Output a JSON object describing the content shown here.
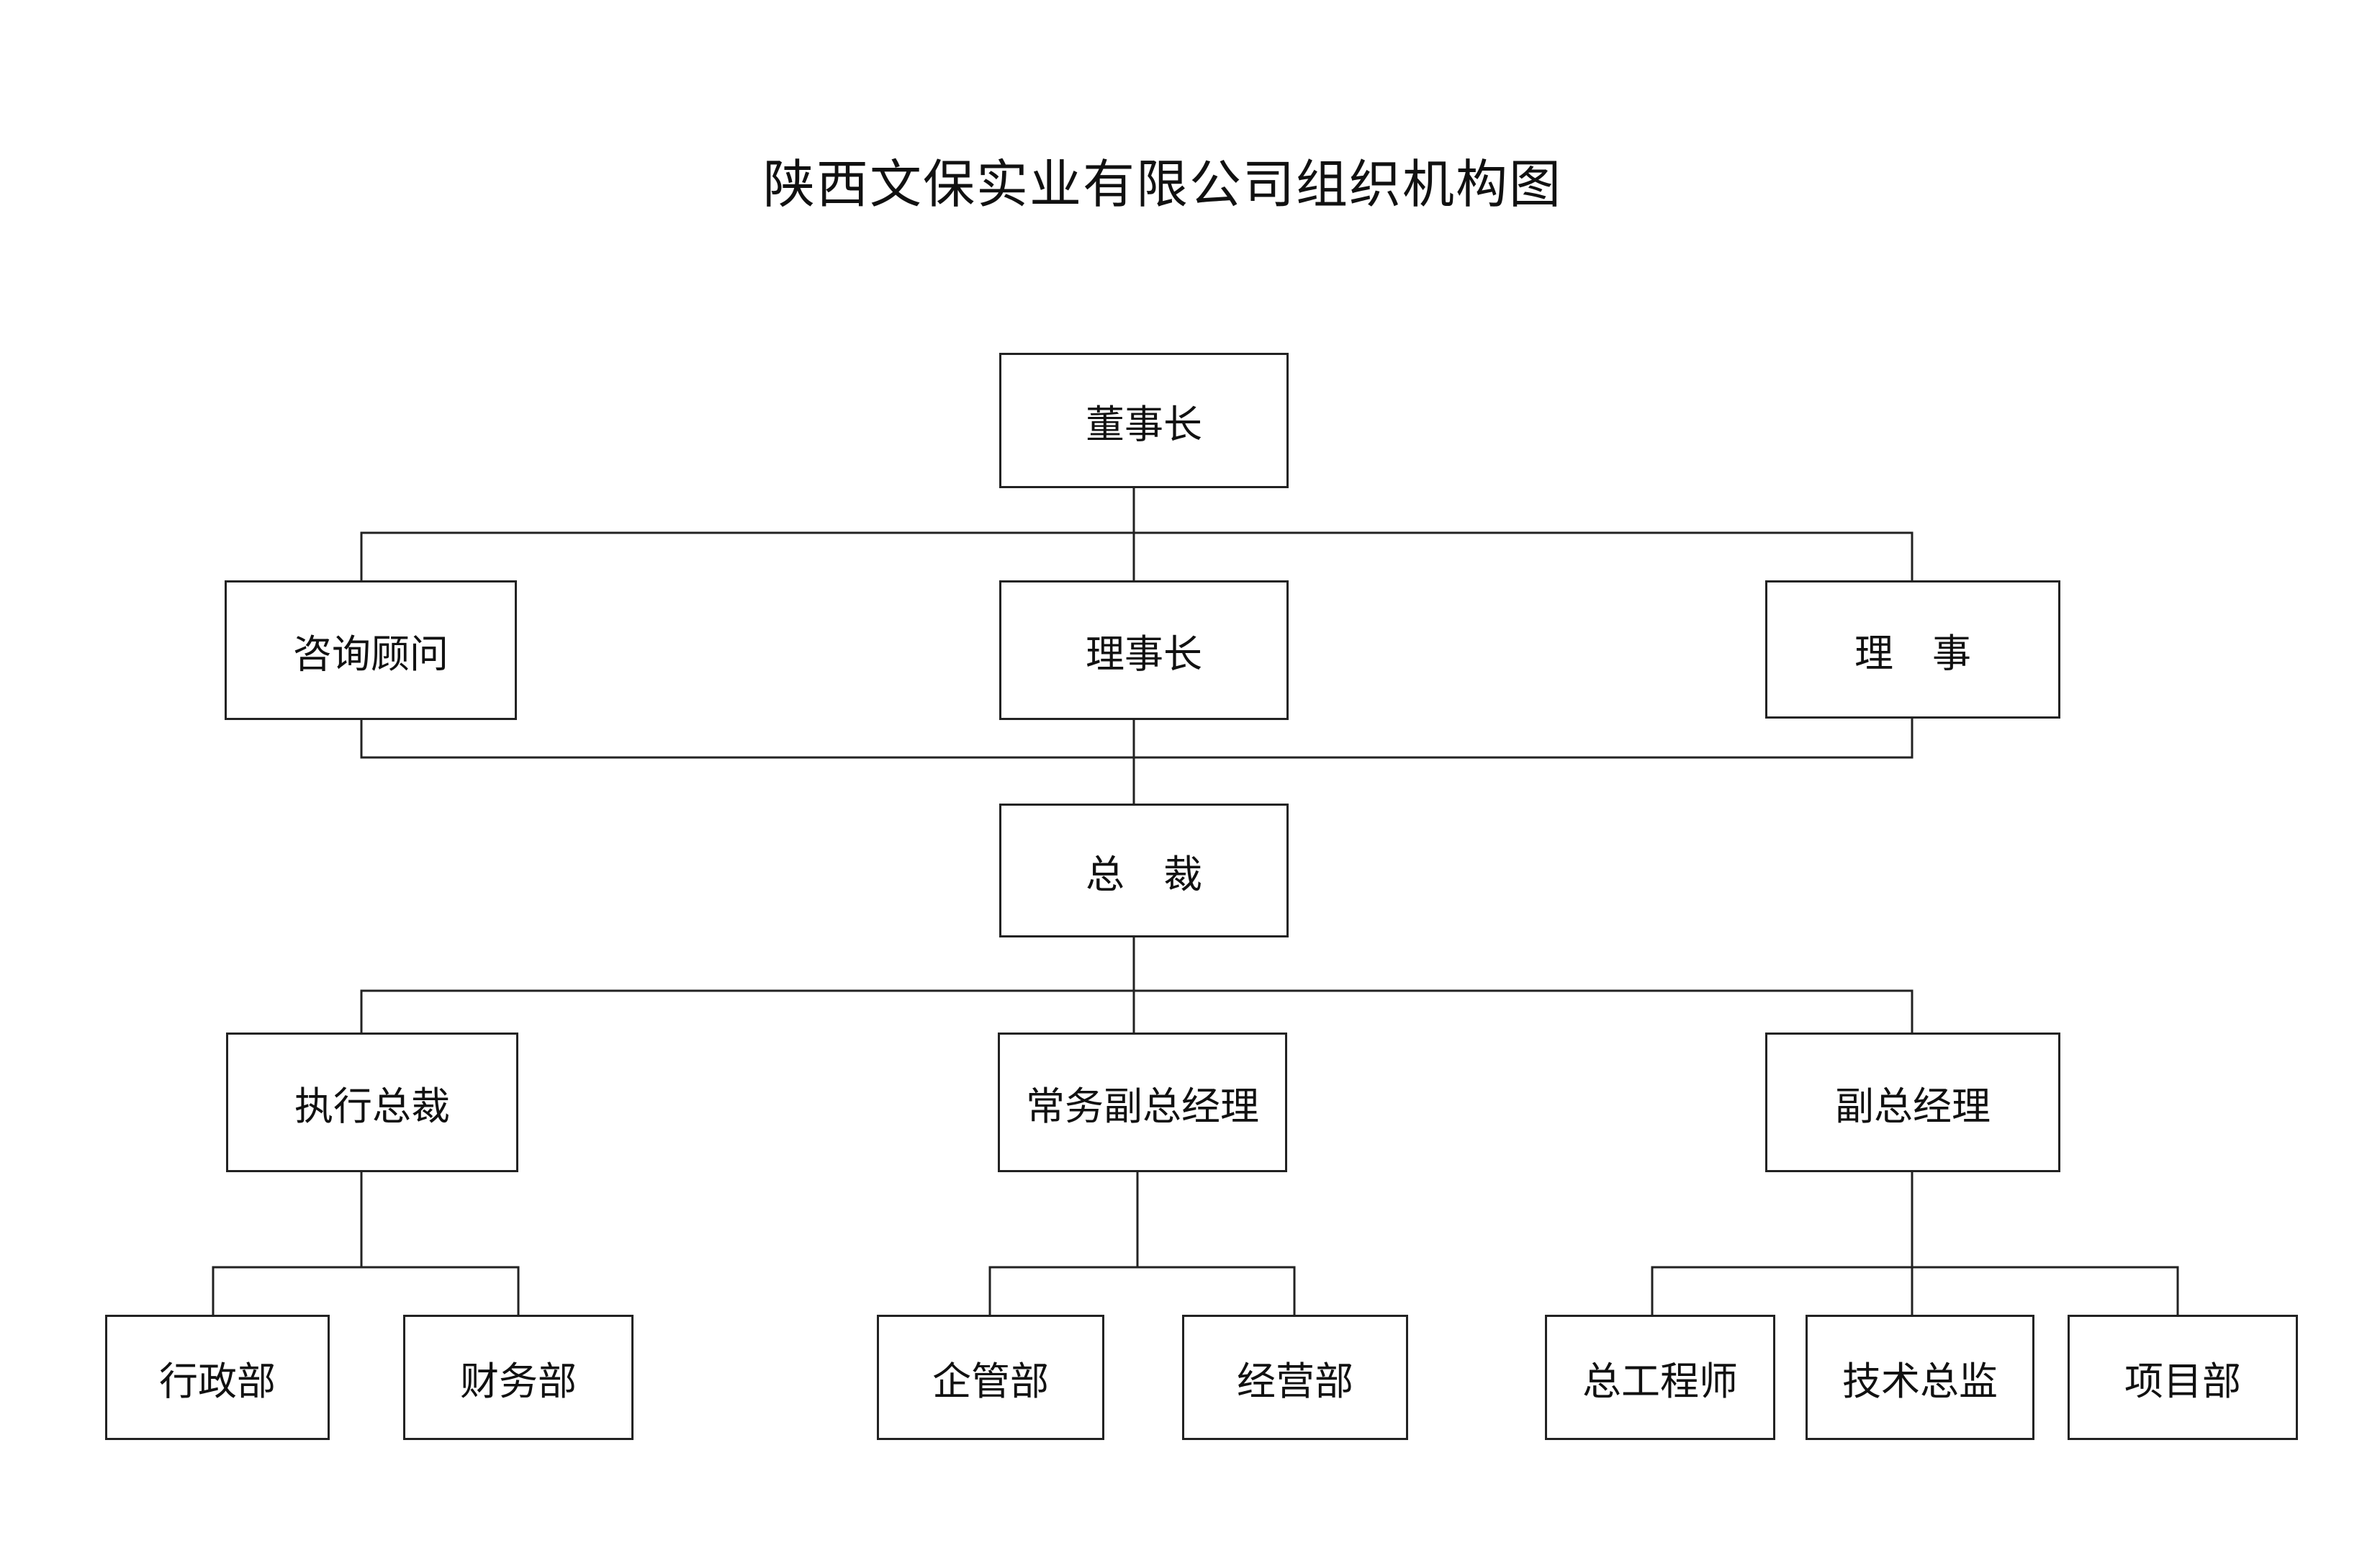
{
  "title": "陕西文保实业有限公司组织机构图",
  "nodes": {
    "chairman": "董事长",
    "consultant": "咨询顾问",
    "council_chair": "理事长",
    "council_member": "理　事",
    "president": "总　裁",
    "executive_president": "执行总裁",
    "executive_deputy_gm": "常务副总经理",
    "deputy_gm": "副总经理",
    "admin_dept": "行政部",
    "finance_dept": "财务部",
    "enterprise_mgmt_dept": "企管部",
    "operations_dept": "经营部",
    "chief_engineer": "总工程师",
    "technical_director": "技术总监",
    "project_dept": "项目部"
  },
  "colors": {
    "line": "#222222",
    "text": "#111111",
    "background": "#ffffff"
  }
}
